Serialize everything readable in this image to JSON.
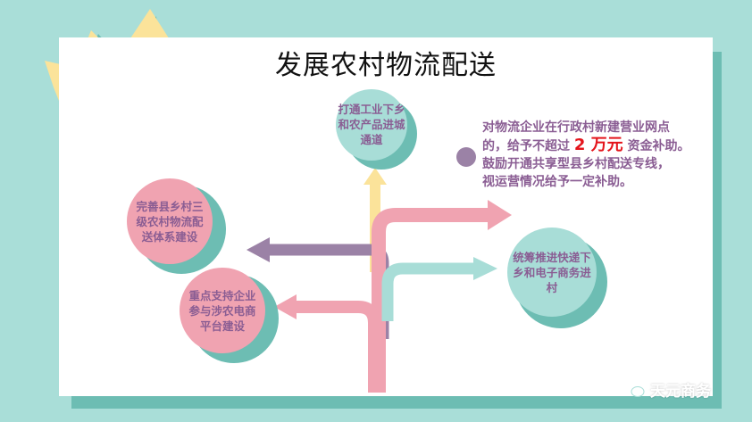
{
  "title": "发展农村物流配送",
  "nodes": {
    "top": [
      "打通工业下乡",
      "和农产品进城",
      "通道"
    ],
    "left_top": [
      "完善县乡村三",
      "级农村物流配",
      "送体系建设"
    ],
    "left_bottom": [
      "重点支持企业",
      "参与涉农电商",
      "平台建设"
    ],
    "right": [
      "统筹推进快递下",
      "乡和电子商务进",
      "村"
    ]
  },
  "note": {
    "line1": "对物流企业在行政村新建营业网点",
    "line2_a": "的，给予不超过",
    "line2_highlight": "2 万元",
    "line2_b": "资金补助。",
    "line3": "鼓励开通共享型县乡村配送专线，",
    "line4": "视运营情况给予一定补助。"
  },
  "watermark": "天元商务",
  "colors": {
    "background": "#a9ded8",
    "pink": "#f0a3b1",
    "teal": "#a8ddd7",
    "purple": "#9b82a6",
    "yellow": "#fbe39a",
    "note_text": "#8a5d93",
    "highlight": "#e4141b"
  }
}
